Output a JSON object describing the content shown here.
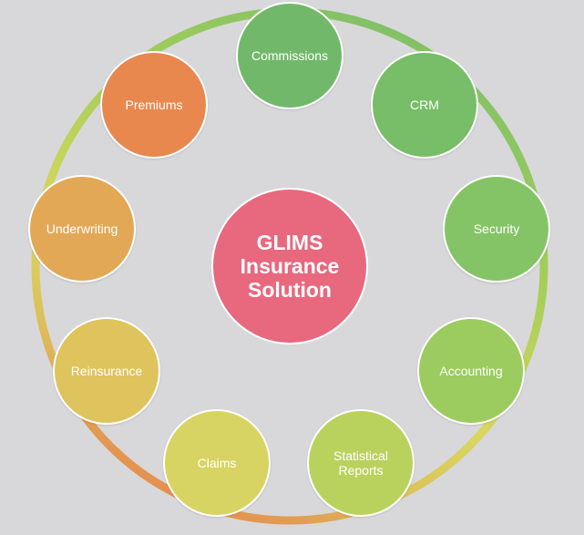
{
  "center": {
    "label": "GLIMS\nInsurance\nSolution",
    "color": "#e8687e"
  },
  "ring_colors": [
    "#7cbf68",
    "#a8cf58",
    "#d9d760",
    "#dcc05a",
    "#e29c52",
    "#e8874e"
  ],
  "modules": [
    {
      "label": "Commissions",
      "color": "#72b86a"
    },
    {
      "label": "CRM",
      "color": "#78bd67"
    },
    {
      "label": "Security",
      "color": "#85c466"
    },
    {
      "label": "Accounting",
      "color": "#9ccb5f"
    },
    {
      "label": "Statistical\nReports",
      "color": "#b9d25d"
    },
    {
      "label": "Claims",
      "color": "#d8d463"
    },
    {
      "label": "Reinsurance",
      "color": "#dfc35d"
    },
    {
      "label": "Underwriting",
      "color": "#e2a856"
    },
    {
      "label": "Premiums",
      "color": "#e8874e"
    }
  ]
}
